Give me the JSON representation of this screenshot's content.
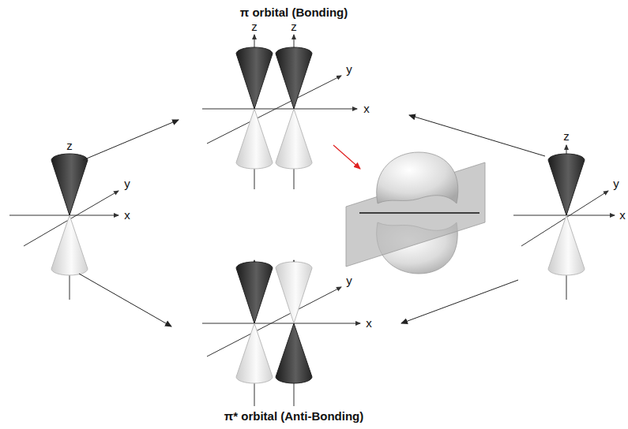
{
  "diagram": {
    "labels": [
      "π orbital (Bonding)",
      "z",
      "z",
      "y",
      "x",
      "z",
      "y",
      "x",
      "z",
      "y",
      "x",
      "y",
      "x",
      "π* orbital (Anti-Bonding)"
    ]
  }
}
